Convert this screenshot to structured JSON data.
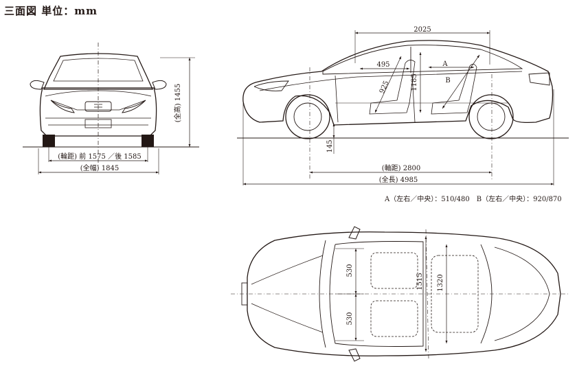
{
  "header": {
    "title": "三面図 単位：mm"
  },
  "front_view": {
    "height": "(全高) 1455",
    "tread": "(輪距) 前 1575 ／後 1585",
    "width": "(全幅) 1845"
  },
  "side_view": {
    "top_span": "2025",
    "front_legroom": "495",
    "seat_height": "925",
    "interior_height": "1185",
    "ground_clearance": "145",
    "wheelbase": "(軸距) 2800",
    "length": "(全長) 4985",
    "label_a": "A",
    "label_b": "B"
  },
  "notes": {
    "seat_dims": "A（左右／中央）：510/480　B（左右／中央）：920/870"
  },
  "top_view": {
    "front_seat_width": "530",
    "rear_seat_width": "530",
    "interior_width_front": "1515",
    "interior_width_rear": "1320"
  }
}
